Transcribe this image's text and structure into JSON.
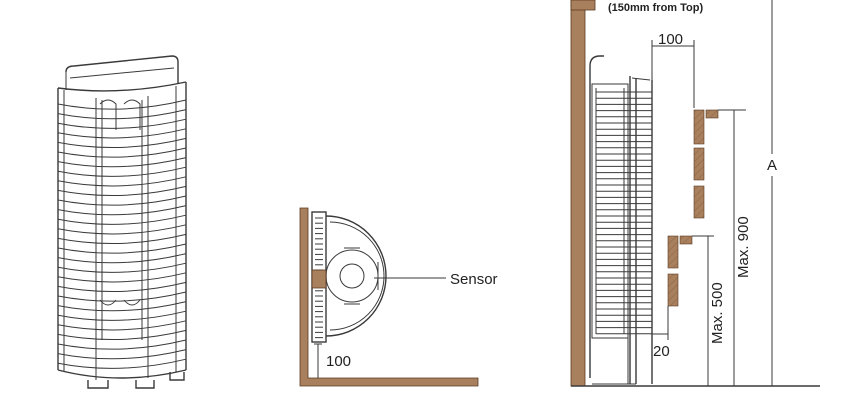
{
  "colors": {
    "wood": "#a9805e",
    "line": "#3a3a3a",
    "background": "#ffffff"
  },
  "views": {
    "wall_view": {
      "sensor_label": "Sensor",
      "floor_gap_label": "100"
    },
    "side_view": {
      "top_note": "(150mm from Top)",
      "wall_gap_label": "100",
      "small_gap_label": "20",
      "max_500_label": "Max. 500",
      "max_900_label": "Max. 900",
      "height_label": "A"
    }
  }
}
